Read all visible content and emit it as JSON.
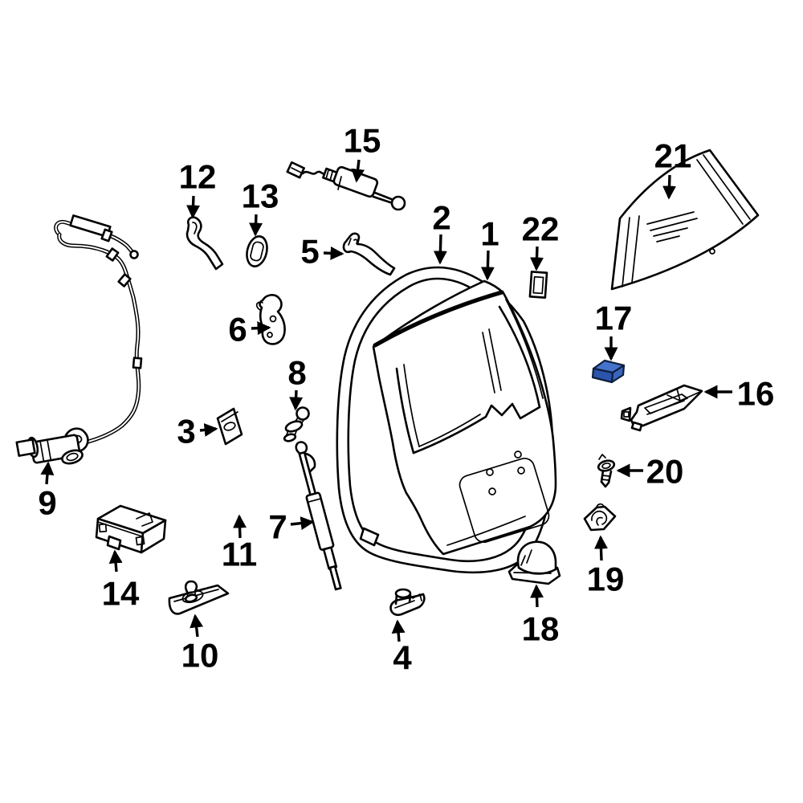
{
  "diagram": {
    "background_color": "#ffffff",
    "line_color": "#000000",
    "highlighted_part": "17",
    "highlight_colors": {
      "top": "#4573cb",
      "front": "#2b55ab",
      "side": "#3a64bd"
    }
  },
  "callouts": [
    {
      "label": "1"
    },
    {
      "label": "2"
    },
    {
      "label": "3"
    },
    {
      "label": "4"
    },
    {
      "label": "5"
    },
    {
      "label": "6"
    },
    {
      "label": "7"
    },
    {
      "label": "8"
    },
    {
      "label": "9"
    },
    {
      "label": "10"
    },
    {
      "label": "11"
    },
    {
      "label": "12"
    },
    {
      "label": "13"
    },
    {
      "label": "14"
    },
    {
      "label": "15"
    },
    {
      "label": "16"
    },
    {
      "label": "17"
    },
    {
      "label": "18"
    },
    {
      "label": "19"
    },
    {
      "label": "20"
    },
    {
      "label": "21"
    },
    {
      "label": "22"
    }
  ]
}
